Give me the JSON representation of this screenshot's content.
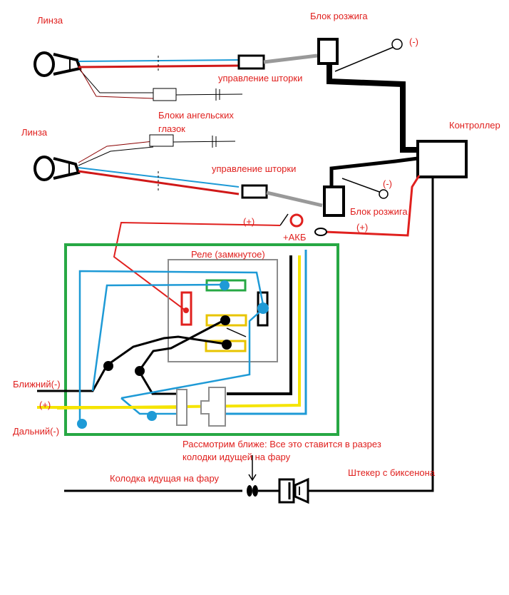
{
  "labels": {
    "lens_top": "Линза",
    "lens_bottom": "Линза",
    "ignition_top": "Блок розжига",
    "ignition_bottom": "Блок розжига",
    "neg_top": "(-)",
    "neg_bottom": "(-)",
    "shutter_top": "управление шторки",
    "shutter_bottom": "управление шторки",
    "angel_eyes_line1": "Блоки ангельских",
    "angel_eyes_line2": "глазок",
    "controller": "Контроллер",
    "plus_akb_wire": "(+)",
    "plus_akb": "+АКБ",
    "plus_controller": "(+)",
    "relay": "Реле  (замкнутое)",
    "low_beam": "Ближний(-)",
    "plus_left": "(+)",
    "high_beam": "Дальний(-)",
    "note_line1": "Рассмотрим ближе: Все это ставится в разрез",
    "note_line2": "колодки идущей на фару",
    "connector_to_headlight": "Колодка идущая на фару",
    "bixenon_plug": "Штекер с биксенона"
  },
  "colors": {
    "red": "#e0201e",
    "blue": "#1e9ad6",
    "yellow": "#f5e400",
    "green": "#27a844",
    "gray": "#8c8c8c",
    "black": "#000000"
  }
}
